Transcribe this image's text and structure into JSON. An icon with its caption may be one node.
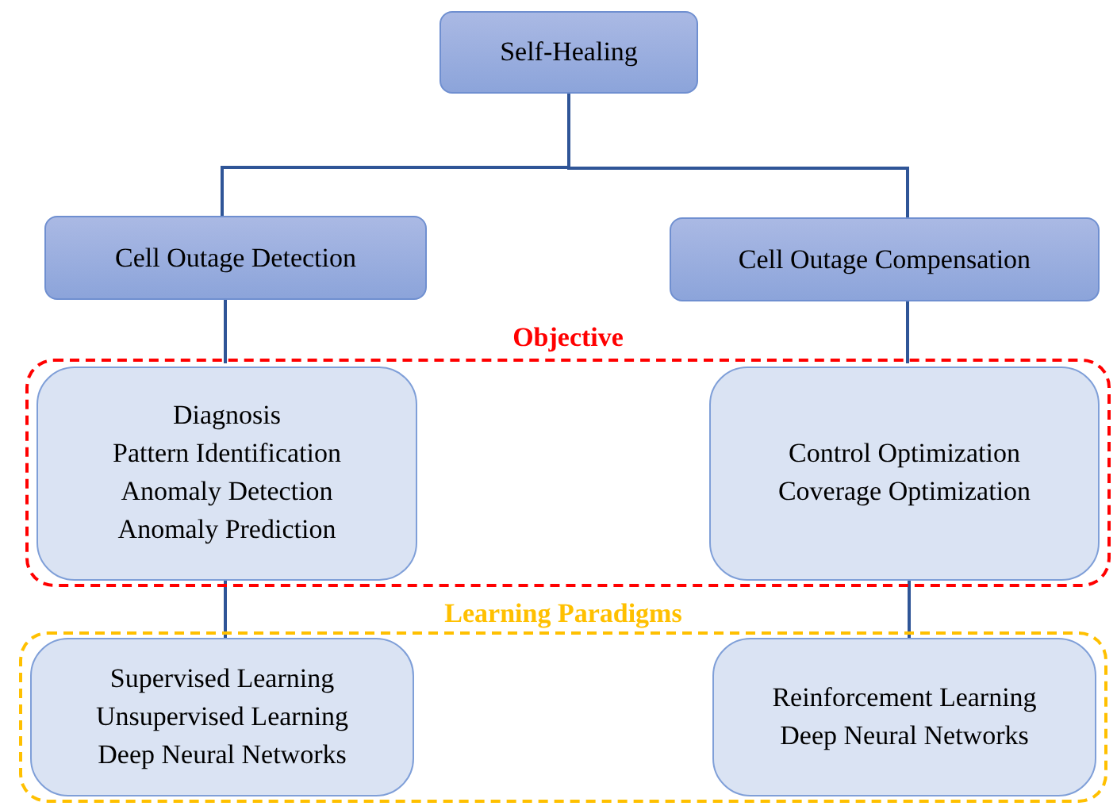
{
  "diagram": {
    "nodes": [
      {
        "text": [
          "Self-Healing"
        ]
      },
      {
        "text": [
          "Cell Outage Detection"
        ]
      },
      {
        "text": [
          "Cell Outage Compensation"
        ]
      },
      {
        "text": [
          "Objective"
        ]
      },
      {
        "text": [
          "Diagnosis",
          "Pattern Identification",
          "Anomaly Detection",
          "Anomaly Prediction"
        ],
        "in": 3
      },
      {
        "text": [
          "Control Optimization",
          "Coverage Optimization"
        ],
        "in": 3
      },
      {
        "text": [
          "Learning Paradigms"
        ]
      },
      {
        "text": [
          "Supervised Learning",
          "Unsupervised Learning",
          "Deep Neural Networks"
        ],
        "in": 6
      },
      {
        "text": [
          "Reinforcement Learning",
          "Deep Neural Networks"
        ],
        "in": 6
      }
    ],
    "edges": [
      {
        "from": 0,
        "to": 1,
        "arrow": "none"
      },
      {
        "from": 0,
        "to": 2,
        "arrow": "none"
      },
      {
        "from": 1,
        "to": 4,
        "arrow": "none"
      },
      {
        "from": 2,
        "to": 5,
        "arrow": "none"
      },
      {
        "from": 4,
        "to": 7,
        "arrow": "none"
      },
      {
        "from": 5,
        "to": 8,
        "arrow": "none"
      }
    ]
  }
}
